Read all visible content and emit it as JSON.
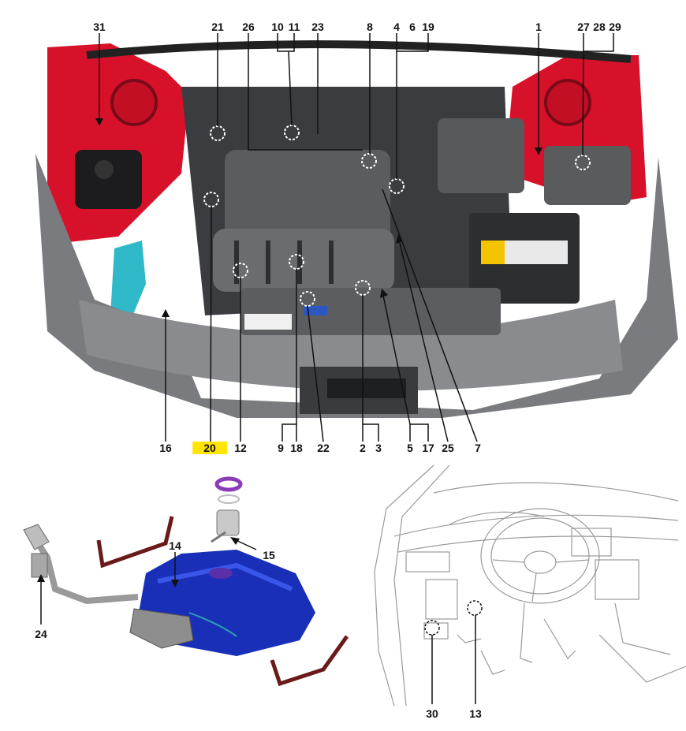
{
  "top_labels": [
    "31",
    "21",
    "26",
    "10",
    "11",
    "23",
    "8",
    "4",
    "6",
    "19",
    "1",
    "27",
    "28",
    "29"
  ],
  "bottom_labels": [
    "16",
    "20",
    "12",
    "9",
    "18",
    "22",
    "2",
    "3",
    "5",
    "17",
    "25",
    "7"
  ],
  "fuel_labels": [
    "14",
    "15",
    "24"
  ],
  "cabin_labels": [
    "30",
    "13"
  ],
  "highlighted_label": "20",
  "colors": {
    "body_red": "#d8112a",
    "engine_gray": "#4a4b4d",
    "cover_gray": "#6e6f72",
    "tank_blue": "#1a2fb8",
    "highlight": "#ffe500",
    "line": "#111111"
  },
  "icons": {
    "engine": "engine-bay-icon",
    "tank": "fuel-tank-icon",
    "dash": "dashboard-icon"
  }
}
